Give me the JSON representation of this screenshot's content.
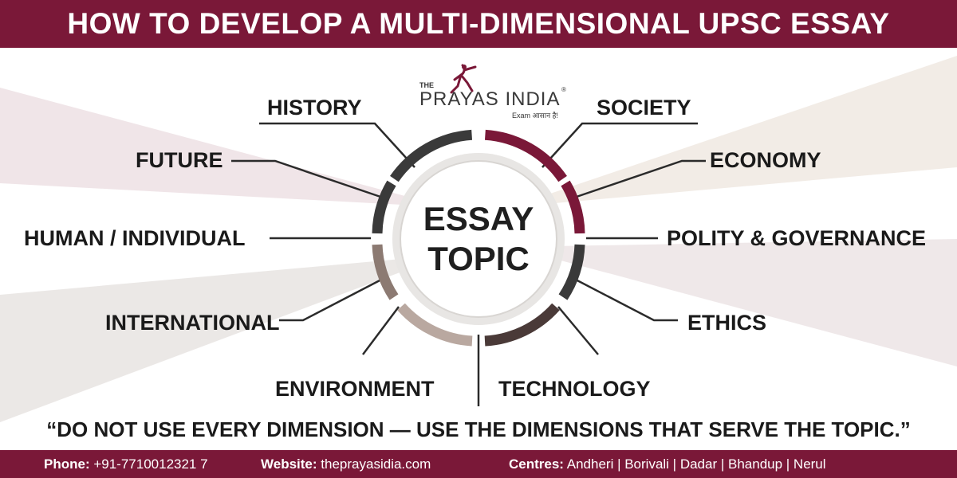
{
  "header": {
    "title": "HOW TO DEVELOP A MULTI-DIMENSIONAL UPSC ESSAY"
  },
  "logo": {
    "the": "THE",
    "name": "PRAYAS INDIA",
    "tagline": "Exam आसान है!",
    "reg": "®"
  },
  "center": {
    "line1": "ESSAY",
    "line2": "TOPIC"
  },
  "dimensions": {
    "history": "HISTORY",
    "society": "SOCIETY",
    "future": "FUTURE",
    "economy": "ECONOMY",
    "human": "HUMAN / INDIVIDUAL",
    "polity": "POLITY & GOVERNANCE",
    "international": "INTERNATIONAL",
    "ethics": "ETHICS",
    "environment": "ENVIRONMENT",
    "technology": "TECHNOLOGY"
  },
  "quote": "“DO NOT USE EVERY DIMENSION — USE THE DIMENSIONS THAT SERVE THE TOPIC.”",
  "footer": {
    "phone_label": "Phone:",
    "phone": "+91-7710012321 7",
    "website_label": "Website:",
    "website": "theprayasidia.com",
    "centres_label": "Centres:",
    "centres": "Andheri | Borivali | Dadar | Bhandup | Nerul"
  },
  "colors": {
    "brand": "#7a1838",
    "dark": "#3a3a3a",
    "taupe": "#8c7a72"
  }
}
